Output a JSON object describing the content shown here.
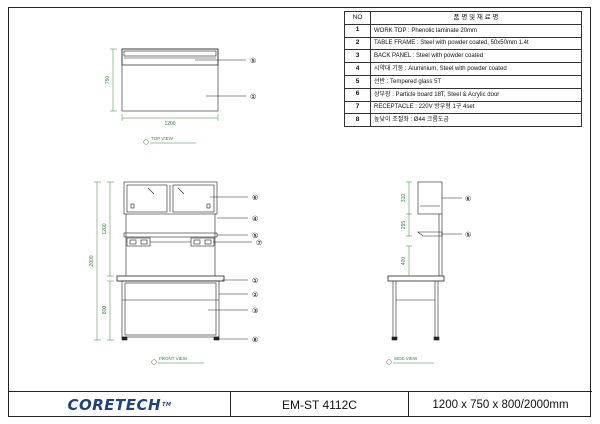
{
  "parts_table": {
    "header_no": "NO",
    "header_name": "품 명  및  재 료 명",
    "rows": [
      {
        "no": "1",
        "desc": "WORK TOP : Phenolic laminate 20mm"
      },
      {
        "no": "2",
        "desc": "TABLE FRAME : Steel with powder coated, 50x50mm 1.4t"
      },
      {
        "no": "3",
        "desc": "BACK PANEL : Steel with powder coated"
      },
      {
        "no": "4",
        "desc": "시약대 기둥 : Aluminium, Steel with powder coated"
      },
      {
        "no": "5",
        "desc": "선반 : Tempered glass 5T"
      },
      {
        "no": "6",
        "desc": "상부장 : Particle board 18T, Steel & Acrylic door"
      },
      {
        "no": "7",
        "desc": "RECEPTACLE : 220V 방우형 1구 4set"
      },
      {
        "no": "8",
        "desc": "높낮이 조절좌 : Ø44 크롬도금"
      }
    ]
  },
  "views": {
    "top": {
      "caption": "TOP VIEW",
      "width_dim": "1200",
      "depth_dim": "750",
      "callouts": [
        "⑤",
        "①"
      ]
    },
    "front": {
      "caption": "FRONT VIEW",
      "dims": {
        "total": "2000",
        "upper": "1200",
        "lower": "800"
      },
      "callouts": [
        "⑥",
        "④",
        "⑤",
        "⑦",
        "①",
        "②",
        "③",
        "⑧"
      ]
    },
    "side": {
      "caption": "SIDE VIEW",
      "dims": {
        "cabinet": "310",
        "shelf": "295",
        "lower": "400"
      },
      "callouts": [
        "⑥",
        "⑤"
      ]
    }
  },
  "title_block": {
    "logo": "CORETECH",
    "model": "EM-ST 4112C",
    "size": "1200 x 750 x 800/2000mm"
  },
  "colors": {
    "dim": "#2a8a3a",
    "logo": "#1e3f8a",
    "line": "#222222"
  }
}
